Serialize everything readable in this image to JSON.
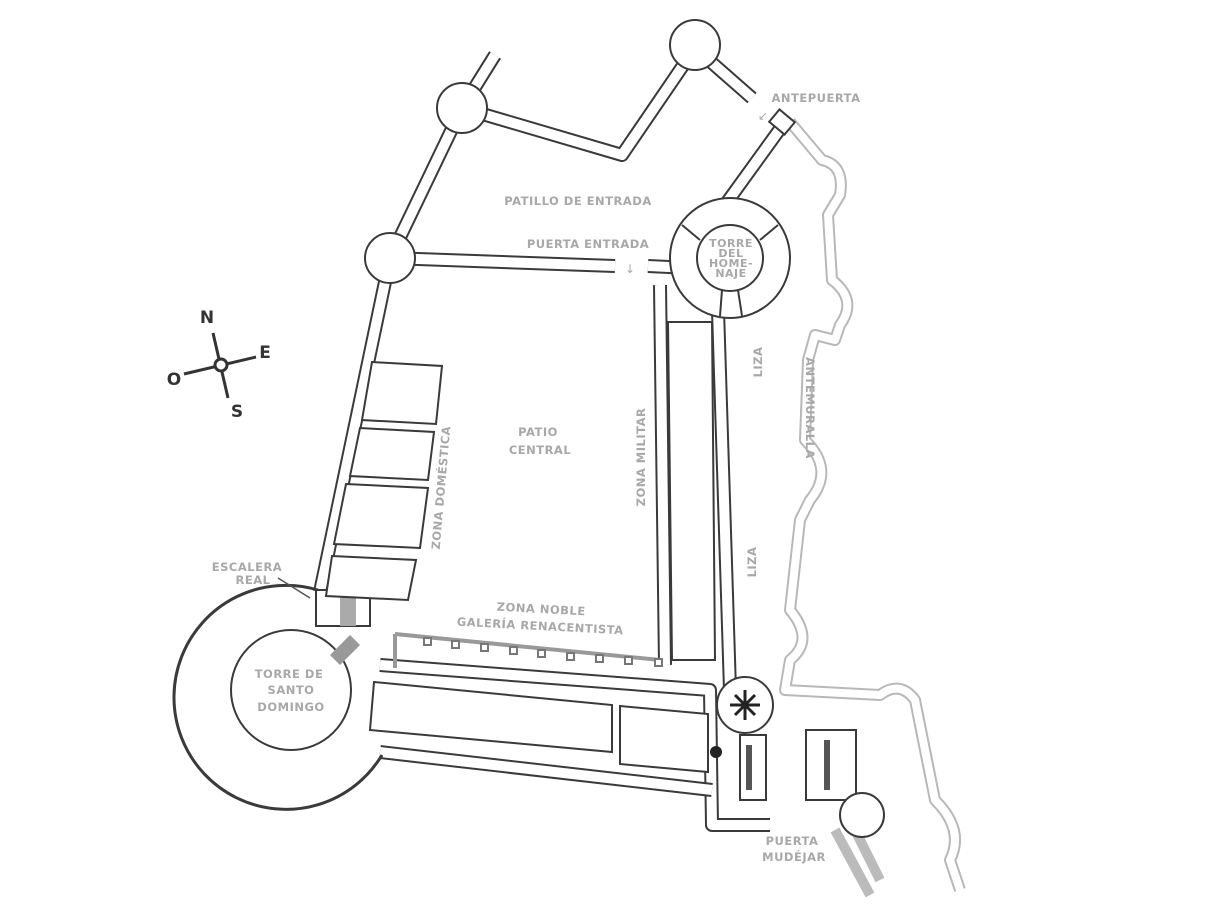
{
  "plan": {
    "labels": {
      "antepuerta": "ANTEPUERTA",
      "patillo": "PATILLO DE ENTRADA",
      "puerta_entrada": "PUERTA ENTRADA",
      "torre_homenaje": [
        "TORRE",
        "DEL",
        "HOME-",
        "NAJE"
      ],
      "patio": [
        "PATIO",
        "CENTRAL"
      ],
      "zona_militar": "ZONA MILITAR",
      "zona_domestica": "ZONA DOMÉSTICA",
      "liza_top": "LIZA",
      "liza_bottom": "LIZA",
      "antemuralla": "ANTEMURALLA",
      "escalera": [
        "ESCALERA",
        "REAL"
      ],
      "zona_noble": "ZONA NOBLE",
      "galeria": "GALERÍA RENACENTISTA",
      "torre_santo": [
        "TORRE DE",
        "SANTO",
        "DOMINGO"
      ],
      "puerta_mudejar": [
        "PUERTA",
        "MUDÉJAR"
      ]
    },
    "compass": {
      "n": "N",
      "s": "S",
      "e": "E",
      "o": "O"
    },
    "colors": {
      "wall": "#3a3a3a",
      "label": "#a8a8a8",
      "outer_wall": "#b8b8b8"
    }
  }
}
